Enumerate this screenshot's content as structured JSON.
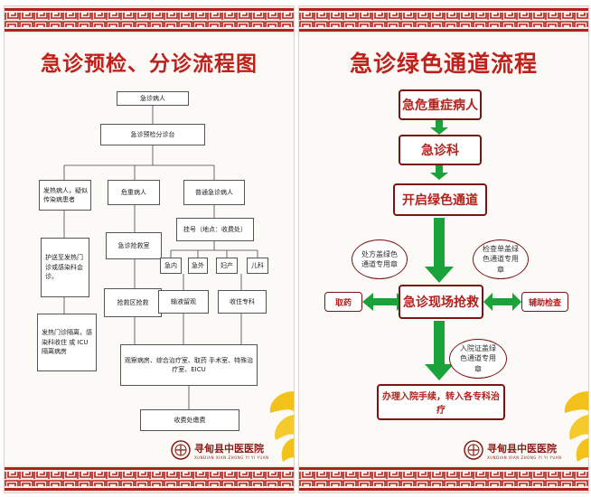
{
  "left": {
    "title": "急诊预检、分诊流程图",
    "nodes": {
      "patient": "急诊病人",
      "triage": "急诊预检分诊台",
      "fever": "发热病人，疑似传染病患者",
      "critical": "危重病人",
      "general": "普通急诊病人",
      "isolation": "护送至发热门诊或感染科会诊。",
      "rescue_room": "急诊抢救室",
      "register": "挂号（地点：收费处）",
      "internal": "急内",
      "surgery": "急外",
      "obgyn": "妇产",
      "pediatrics": "儿科",
      "fever_clinic": "发热门诊隔离，感染科收住 或 ICU 隔离病房",
      "rescue_area": "抢救区抢救",
      "infusion": "输液留观",
      "specialty": "收住专科",
      "observe": "观察病房、综合治疗室、取药 手术室、特殊治疗室、EICU",
      "payment": "收费处缴费"
    }
  },
  "right": {
    "title": "急诊绿色通道流程",
    "nodes": {
      "critical_patient": "急危重症病人",
      "er": "急诊科",
      "green": "开启绿色通道",
      "rescue": "急诊现场抢救",
      "medicine": "取药",
      "exam": "辅助检查",
      "admit": "办理入院手续，转入各专科治疗"
    },
    "ovals": {
      "prescription": "处方盖绿色通道专用章",
      "exam_stamp": "检查单盖绿色通道专用章",
      "admission_stamp": "入院证盖绿色通道专用章"
    }
  },
  "hospital": {
    "name": "寻甸县中医医院",
    "pinyin": "XUNDIAN XIAN ZHONG YI YI YUAN"
  },
  "colors": {
    "red": "#c0211b",
    "dark_red": "#7a1512",
    "arrow_green": "#1aa33a",
    "ginkgo": "#f2c21a"
  }
}
